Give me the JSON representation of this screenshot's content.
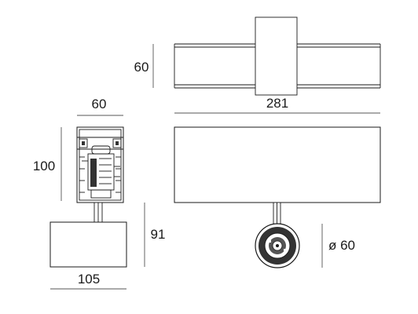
{
  "dimensions": {
    "track_height": "60",
    "track_length": "281",
    "adapter_width": "60",
    "adapter_height": "100",
    "head_height": "91",
    "head_width": "105",
    "head_diameter": "ø 60"
  },
  "colors": {
    "line": "#1a1a1a",
    "dim_line": "#555555",
    "dark_fill": "#333333",
    "background": "#ffffff"
  }
}
